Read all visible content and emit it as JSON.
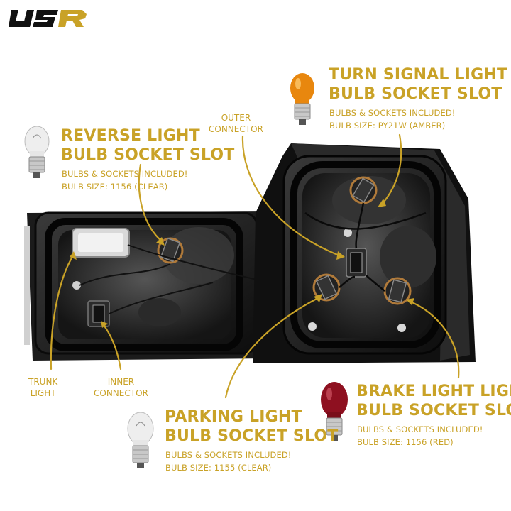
{
  "brand": {
    "logo_text": "USR",
    "gold": "#C9A227",
    "black": "#111111"
  },
  "callouts": {
    "turn_signal": {
      "title_line1": "TURN SIGNAL LIGHT",
      "title_line2": "BULB SOCKET SLOT",
      "note": "BULBS & SOCKETS INCLUDED!",
      "bulb_size": "BULB SIZE: PY21W (AMBER)",
      "bulb_color": "#E8870E"
    },
    "reverse": {
      "title_line1": "REVERSE LIGHT",
      "title_line2": "BULB SOCKET SLOT",
      "note": "BULBS & SOCKETS INCLUDED!",
      "bulb_size": "BULB SIZE: 1156 (CLEAR)",
      "bulb_color": "#E6E6E6"
    },
    "parking": {
      "title_line1": "PARKING LIGHT",
      "title_line2": "BULB SOCKET SLOT",
      "note": "BULBS & SOCKETS INCLUDED!",
      "bulb_size": "BULB SIZE: 1155 (CLEAR)",
      "bulb_color": "#E6E6E6"
    },
    "brake": {
      "title_line1": "BRAKE LIGHT LIGHT",
      "title_line2": "BULB SOCKET SLOT",
      "note": "BULBS & SOCKETS INCLUDED!",
      "bulb_size": "BULB SIZE: 1156 (RED)",
      "bulb_color": "#8E1020"
    }
  },
  "labels": {
    "outer_connector_line1": "OUTER",
    "outer_connector_line2": "CONNECTOR",
    "trunk_light_line1": "TRUNK",
    "trunk_light_line2": "LIGHT",
    "inner_connector_line1": "INNER",
    "inner_connector_line2": "CONNECTOR"
  }
}
